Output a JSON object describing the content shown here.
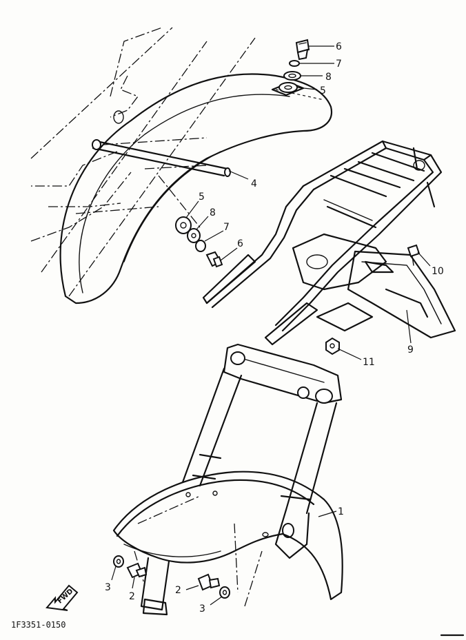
{
  "drawing_code": "1F3351-0150",
  "fwd_label": "FWD",
  "callouts": [
    {
      "id": "c6a",
      "text": "6"
    },
    {
      "id": "c7a",
      "text": "7"
    },
    {
      "id": "c8a",
      "text": "8"
    },
    {
      "id": "c5a",
      "text": "5"
    },
    {
      "id": "c4",
      "text": "4"
    },
    {
      "id": "c5b",
      "text": "5"
    },
    {
      "id": "c8b",
      "text": "8"
    },
    {
      "id": "c7b",
      "text": "7"
    },
    {
      "id": "c6b",
      "text": "6"
    },
    {
      "id": "c10",
      "text": "10"
    },
    {
      "id": "c9",
      "text": "9"
    },
    {
      "id": "c11",
      "text": "11"
    },
    {
      "id": "c1",
      "text": "1"
    },
    {
      "id": "c3a",
      "text": "3"
    },
    {
      "id": "c2a",
      "text": "2"
    },
    {
      "id": "c2b",
      "text": "2"
    },
    {
      "id": "c3b",
      "text": "3"
    }
  ]
}
